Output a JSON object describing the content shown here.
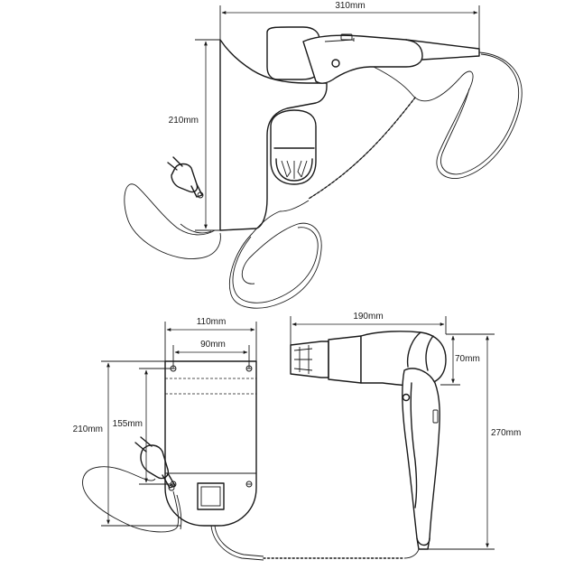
{
  "diagram": {
    "dimensions": {
      "top_width": "310mm",
      "top_height": "210mm",
      "front_width": "110mm",
      "front_inner_width": "90mm",
      "front_height": "210mm",
      "front_inner_height": "155mm",
      "dryer_length": "190mm",
      "dryer_nozzle": "70mm",
      "dryer_height": "270mm"
    },
    "line_color": "#1a1a1a",
    "background": "#ffffff"
  }
}
